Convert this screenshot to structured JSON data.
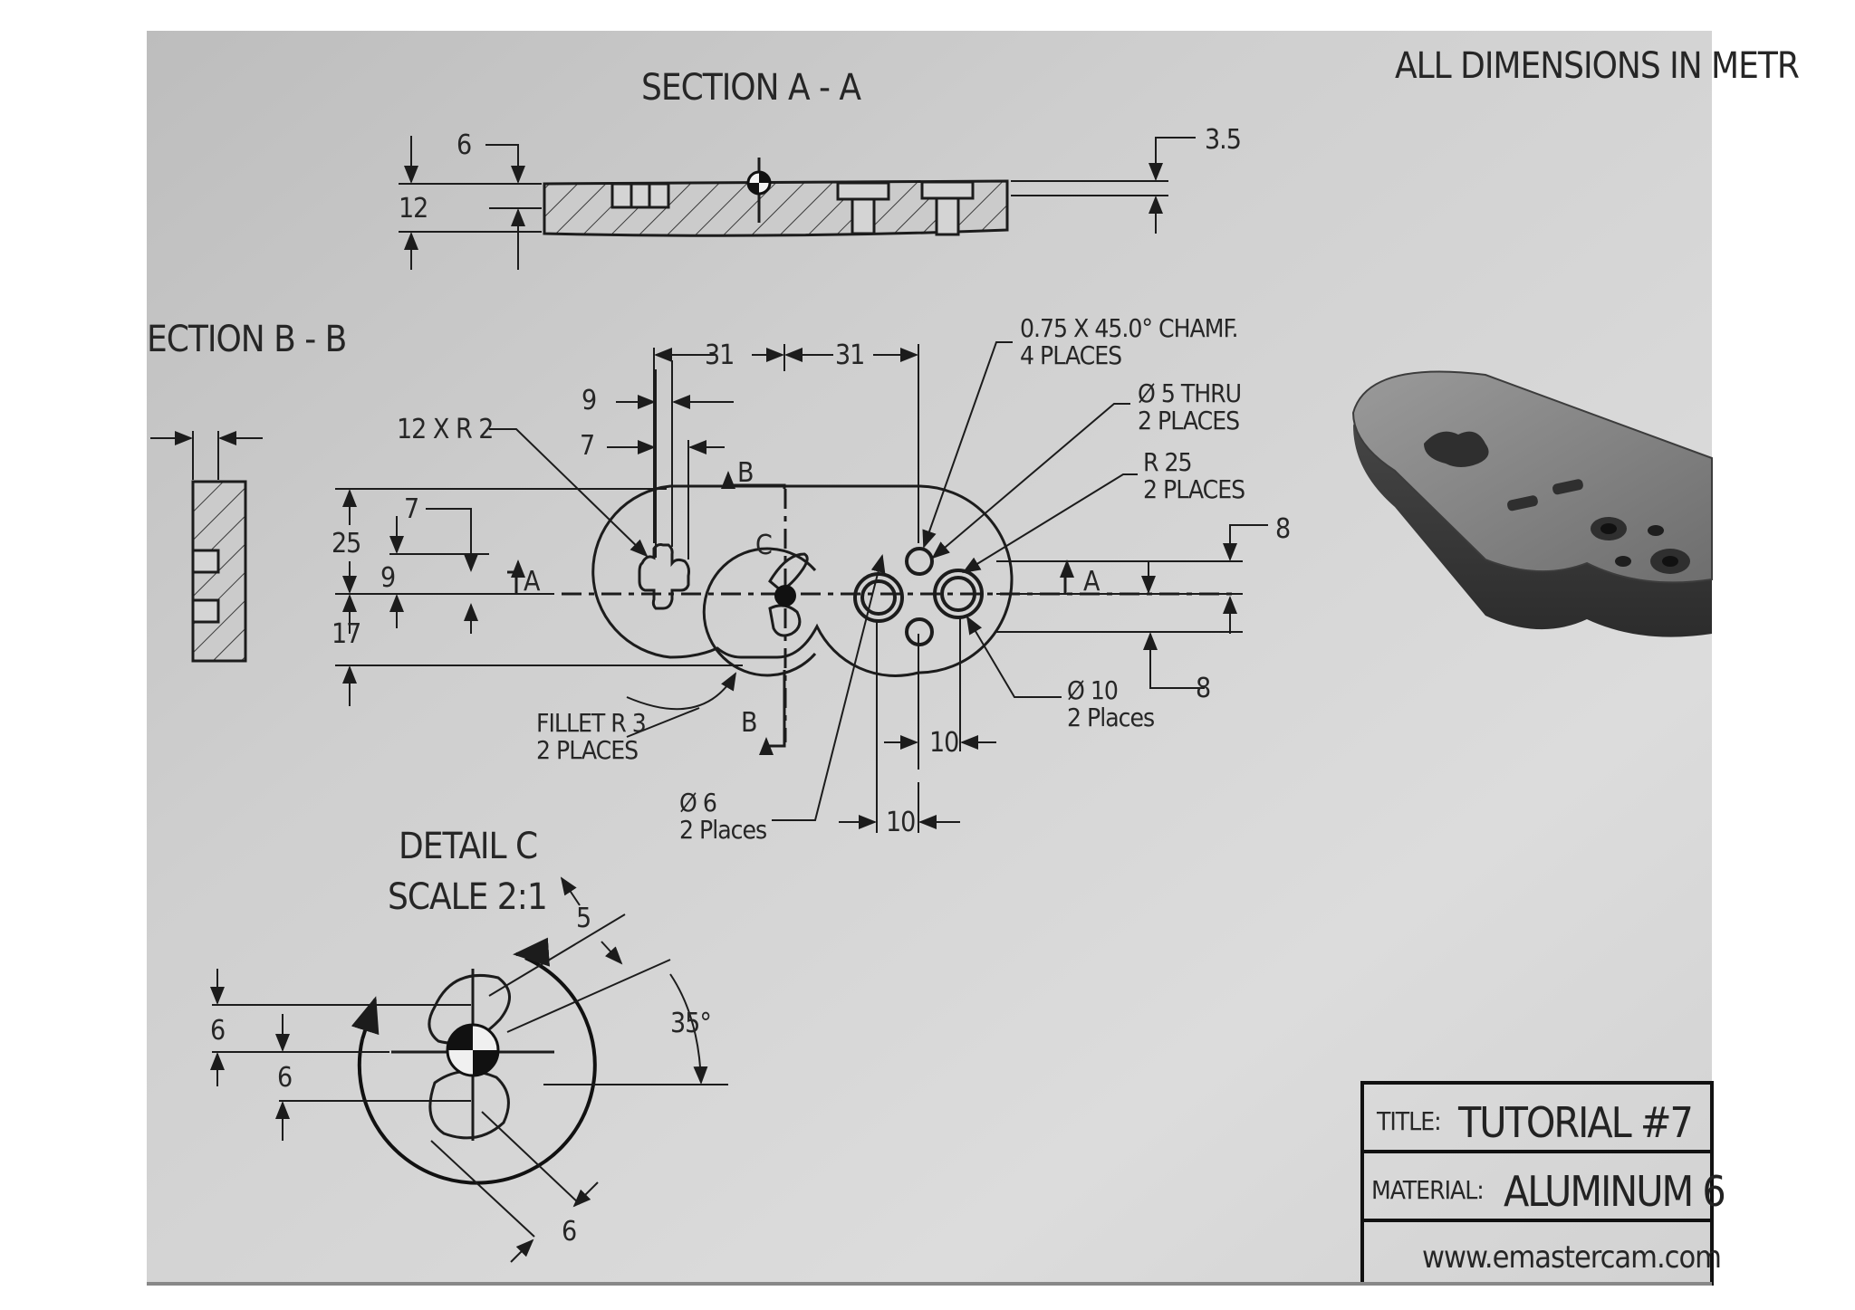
{
  "notes": {
    "units": "ALL DIMENSIONS IN METR",
    "section_aa": "SECTION A - A",
    "section_bb": "ECTION B - B",
    "detail_c": "DETAIL C",
    "detail_scale": "SCALE 2:1"
  },
  "section_aa_dims": {
    "d6": "6",
    "d12": "12",
    "d35": "3.5"
  },
  "main_view": {
    "d31_left": "31",
    "d31_right": "31",
    "d9": "9",
    "d7_top": "7",
    "r_label": "12 X R 2",
    "d25": "25",
    "d7_left": "7",
    "d9_left": "9",
    "d17": "17",
    "cut_a_left": "A",
    "cut_a_right": "A",
    "cut_b_top": "B",
    "cut_b_bottom": "B",
    "detail_mark": "C",
    "chamfer_1": "0.75 X 45.0° CHAMF.",
    "chamfer_2": "4 PLACES",
    "thru_1": "Ø 5 THRU",
    "thru_2": "2 PLACES",
    "radius_1": "R 25",
    "radius_2": "2 PLACES",
    "d8_top": "8",
    "d8_bottom": "8",
    "d10_dia_1": "Ø 10",
    "d10_dia_2": "2 Places",
    "d10_h": "10",
    "d10_h2": "10",
    "fillet_1": "FILLET R 3",
    "fillet_2": "2 PLACES",
    "d6_dia_1": "Ø 6",
    "d6_dia_2": "2 Places"
  },
  "detail_dims": {
    "d5": "5",
    "d35deg": "35°",
    "d6_top": "6",
    "d6_mid": "6",
    "d6_bot": "6"
  },
  "title_block": {
    "title_label": "TITLE:",
    "title_value": "TUTORIAL #7",
    "material_label": "MATERIAL:",
    "material_value": "ALUMINUM 6",
    "website": "www.emastercam.com"
  }
}
